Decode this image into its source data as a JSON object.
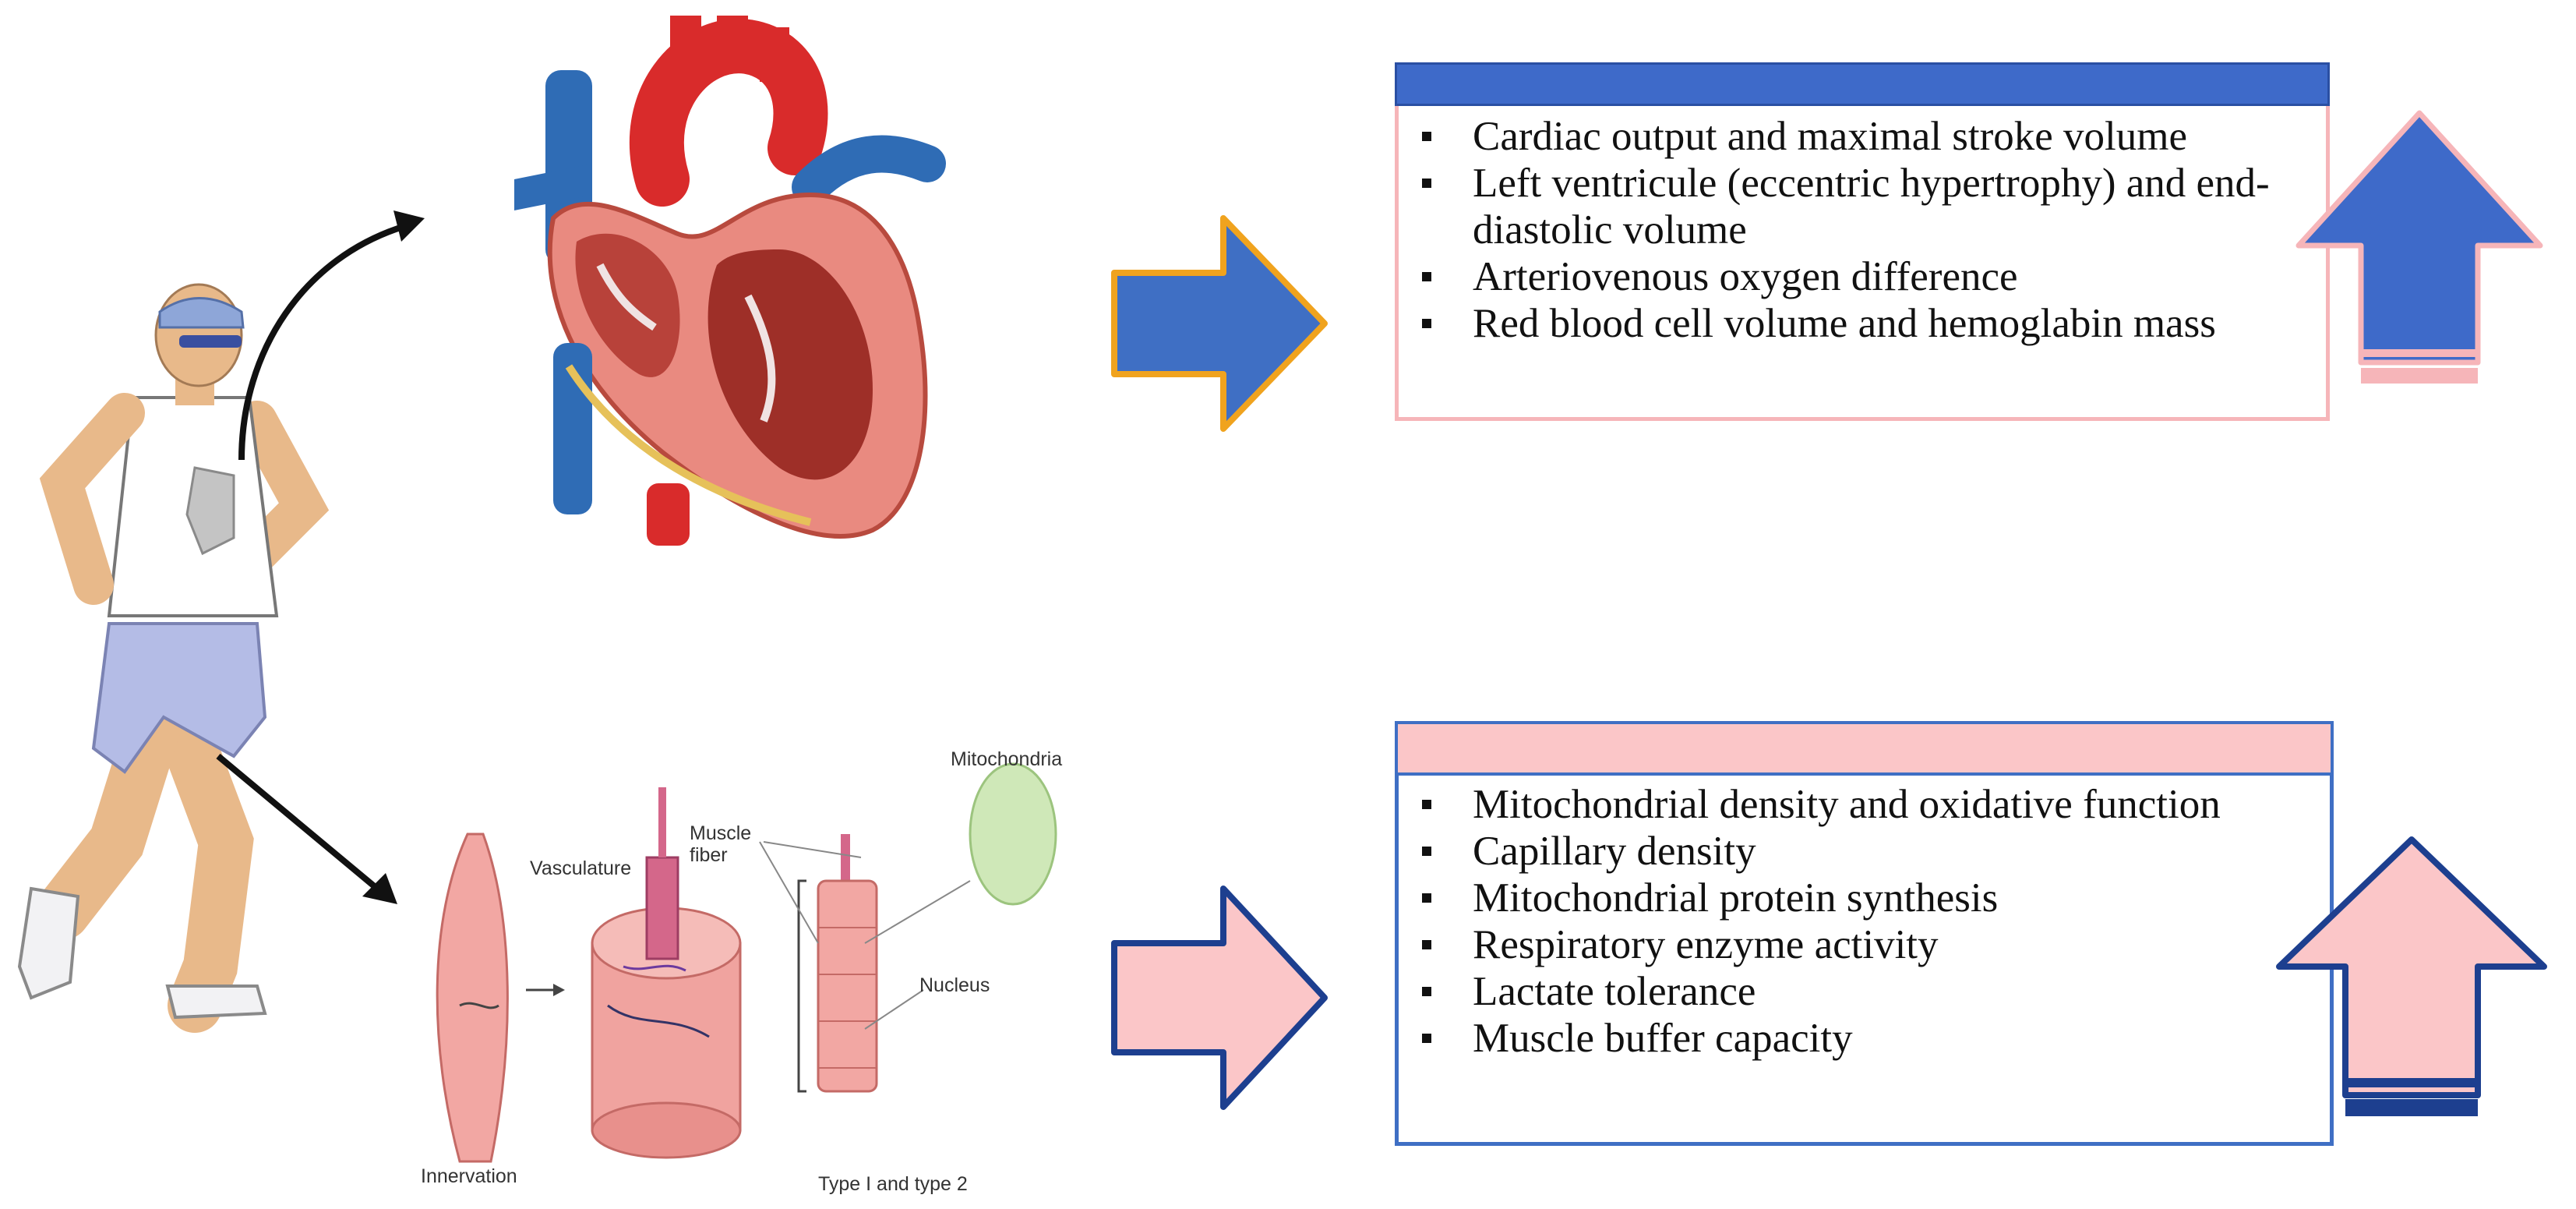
{
  "cardio_panel": {
    "items": [
      "Cardiac output and maximal stroke volume",
      "Left ventricule (eccentric hypertrophy) and end-diastolic volume",
      "Arteriovenous oxygen difference",
      "Red blood cell volume and hemoglabin mass"
    ],
    "direction": "increase",
    "accent_color": "#3e6ac9"
  },
  "muscle_panel": {
    "items": [
      "Mitochondrial density and oxidative function",
      "Capillary density",
      "Mitochondrial protein synthesis",
      "Respiratory enzyme activity",
      "Lactate tolerance",
      "Muscle buffer capacity"
    ],
    "direction": "increase",
    "accent_color": "#fbc6c8"
  },
  "muscle_illustration": {
    "labels": {
      "muscle_fiber": "Muscle fiber",
      "vasculature": "Vasculature",
      "mitochondria": "Mitochondria",
      "nucleus": "Nucleus",
      "innervation": "Innervation",
      "fiber_types": "Type I and type 2"
    }
  },
  "icons": [
    "runner-illustration",
    "heart-illustration",
    "muscle-illustration",
    "arrow-right-icon",
    "arrow-up-icon"
  ]
}
